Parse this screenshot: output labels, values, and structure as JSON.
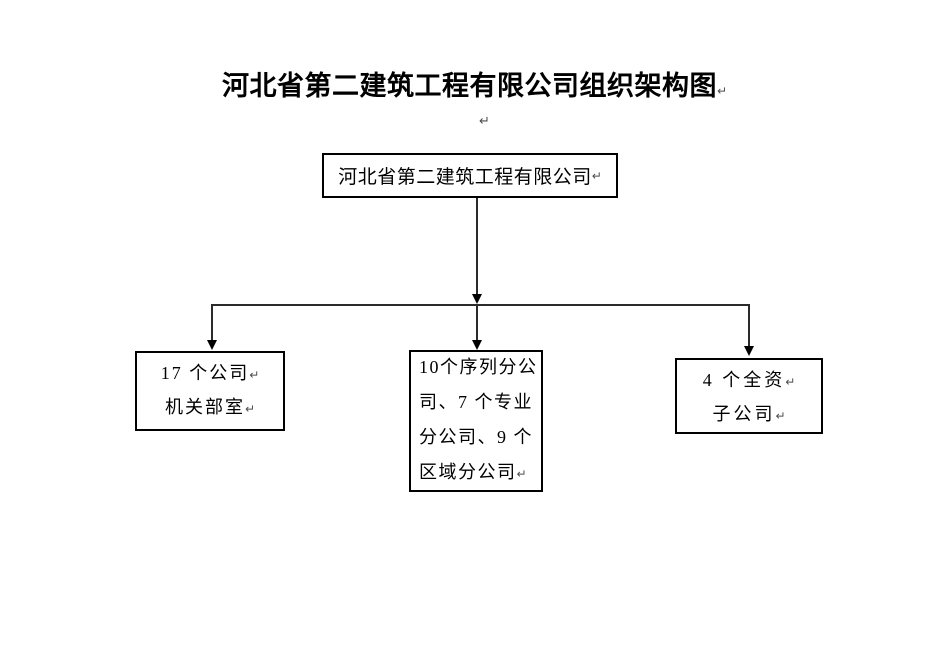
{
  "title": {
    "text": "河北省第二建筑工程有限公司组织架构图"
  },
  "marks": {
    "line_break": "↵"
  },
  "org": {
    "root": {
      "label": "河北省第二建筑工程有限公司"
    },
    "left": {
      "line1": "17 个公司",
      "line2": "机关部室"
    },
    "middle": {
      "line1": "10个序列分公",
      "line2": "司、7 个专业",
      "line3": "分公司、9 个",
      "line4": "区域分公司"
    },
    "right": {
      "line1": "4 个全资",
      "line2": "子公司"
    }
  }
}
